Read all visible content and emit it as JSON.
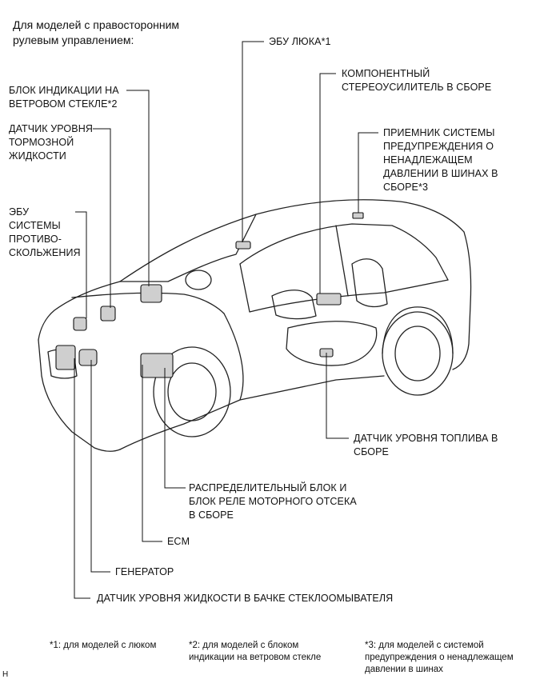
{
  "header": "Для моделей с правосторонним\nрулевым управлением:",
  "labels": {
    "sunroof_ecu": "ЭБУ ЛЮКА*1",
    "stereo_amplifier": "КОМПОНЕНТНЫЙ\nСТЕРЕОУСИЛИТЕЛЬ В СБОРЕ",
    "hud_unit": "БЛОК ИНДИКАЦИИ НА\nВЕТРОВОМ СТЕКЛЕ*2",
    "brake_fluid_sensor": "ДАТЧИК УРОВНЯ\nТОРМОЗНОЙ\nЖИДКОСТИ",
    "tpms_receiver": "ПРИЕМНИК СИСТЕМЫ\nПРЕДУПРЕЖДЕНИЯ О\nНЕНАДЛЕЖАЩЕМ\nДАВЛЕНИИ В ШИНАХ В\nСБОРЕ*3",
    "skid_control_ecu": "ЭБУ\nСИСТЕМЫ\nПРОТИВО-\nСКОЛЬЖЕНИЯ",
    "fuel_sensor": "ДАТЧИК УРОВНЯ ТОПЛИВА В\nСБОРЕ",
    "relay_block": "РАСПРЕДЕЛИТЕЛЬНЫЙ БЛОК И\nБЛОК РЕЛЕ МОТОРНОГО ОТСЕКА\nВ СБОРЕ",
    "ecm": "ECM",
    "generator": "ГЕНЕРАТОР",
    "washer_sensor": "ДАТЧИК УРОВНЯ ЖИДКОСТИ В БАЧКЕ СТЕКЛООМЫВАТЕЛЯ"
  },
  "footnotes": [
    "*1: для моделей с люком",
    "*2: для моделей с блоком\nиндикации на ветровом стекле",
    "*3: для моделей с системой\nпредупреждения о ненадлежащем\nдавлении в шинах"
  ],
  "corner_mark": "H"
}
